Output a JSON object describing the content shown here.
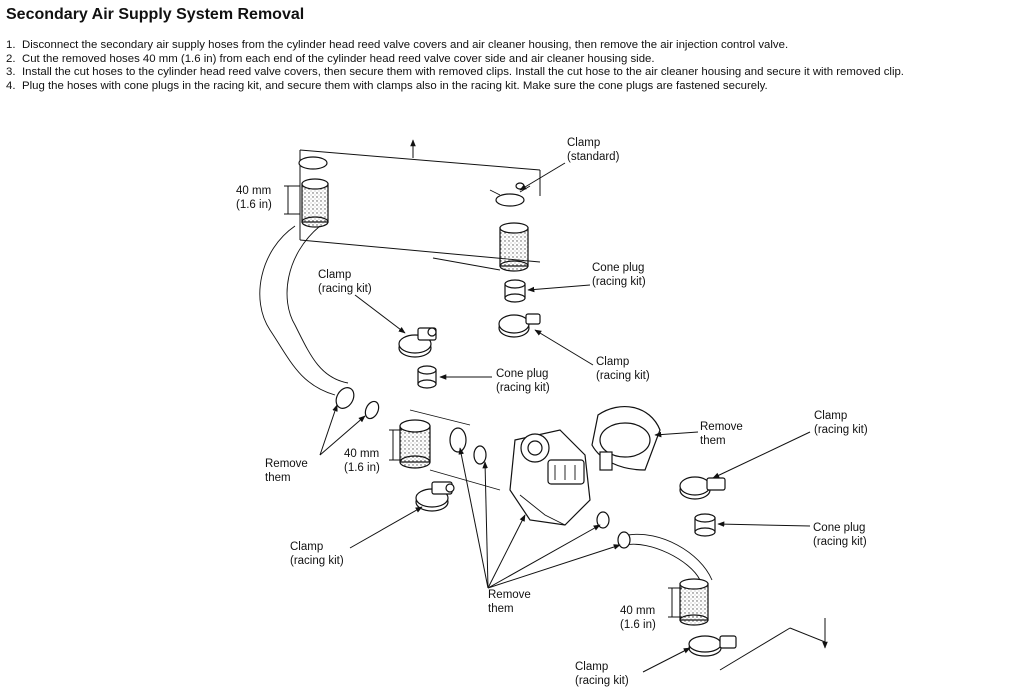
{
  "title": "Secondary Air Supply System Removal",
  "steps": [
    {
      "num": "1.",
      "text": "Disconnect the secondary air supply hoses from the cylinder head reed valve covers and air cleaner housing, then remove the air injection control valve."
    },
    {
      "num": "2.",
      "text": "Cut the removed hoses 40 mm (1.6 in) from each end of the cylinder head reed valve cover side and air cleaner housing side."
    },
    {
      "num": "3.",
      "text": "Install the cut hoses to the cylinder head reed valve covers, then secure them with removed clips.   Install the cut hose to the air cleaner housing and secure it with removed clip."
    },
    {
      "num": "4.",
      "text": "Plug the hoses with cone plugs in the racing kit, and secure them with clamps also in the racing kit. Make sure the cone plugs are fastened securely."
    }
  ],
  "labels": {
    "clamp_standard": [
      "Clamp",
      "(standard)"
    ],
    "dim_top": [
      "40 mm",
      "(1.6 in)"
    ],
    "clamp_rk_upper_left": [
      "Clamp",
      "(racing kit)"
    ],
    "cone_plug_top": [
      "Cone plug",
      "(racing kit)"
    ],
    "clamp_rk_center": [
      "Clamp",
      "(racing kit)"
    ],
    "cone_plug_center": [
      "Cone plug",
      "(racing kit)"
    ],
    "remove_left": [
      "Remove",
      "them"
    ],
    "dim_mid": [
      "40 mm",
      "(1.6 in)"
    ],
    "remove_center": [
      "Remove",
      "them"
    ],
    "clamp_rk_right": [
      "Clamp",
      "(racing kit)"
    ],
    "clamp_rk_lower_left": [
      "Clamp",
      "(racing kit)"
    ],
    "cone_plug_right": [
      "Cone plug",
      "(racing kit)"
    ],
    "remove_bottom": [
      "Remove",
      "them"
    ],
    "dim_bottom": [
      "40 mm",
      "(1.6 in)"
    ],
    "clamp_rk_bottom": [
      "Clamp",
      "(racing kit)"
    ]
  }
}
